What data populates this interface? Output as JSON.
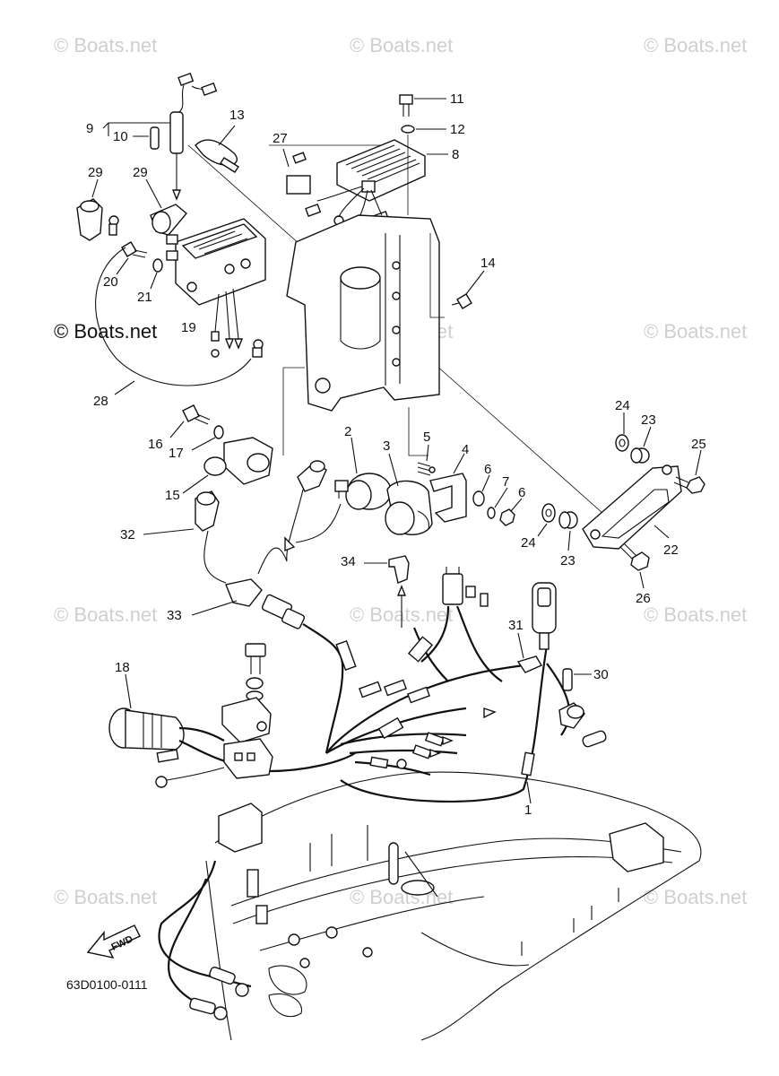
{
  "watermark": "© Boats.net",
  "diagram_code": "63D0100-0111",
  "fwd_label": "FWD",
  "callouts": [
    "1",
    "2",
    "3",
    "4",
    "5",
    "6",
    "7",
    "8",
    "9",
    "10",
    "11",
    "12",
    "13",
    "14",
    "15",
    "16",
    "17",
    "18",
    "19",
    "20",
    "21",
    "22",
    "23",
    "24",
    "25",
    "26",
    "27",
    "28",
    "29",
    "30",
    "31",
    "32",
    "33",
    "34"
  ],
  "colors": {
    "ink": "#111111",
    "watermark": "#cfcfcf",
    "background": "#ffffff"
  },
  "icons": {
    "fwd_arrow": "fwd-arrow-icon"
  }
}
